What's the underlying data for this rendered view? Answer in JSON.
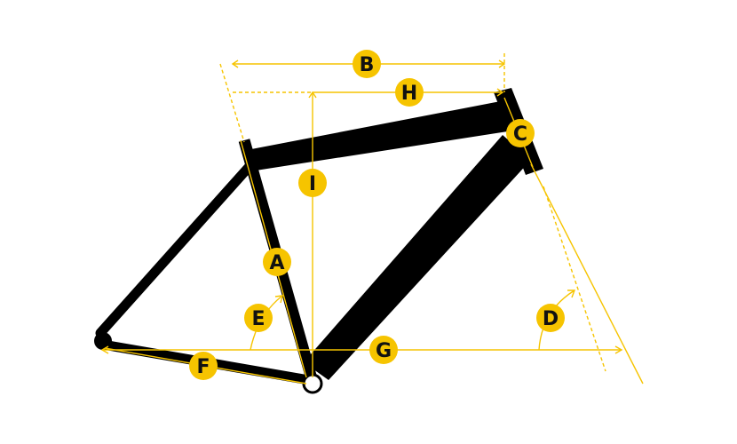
{
  "colors": {
    "frame": "#000000",
    "accent": "#f6c400",
    "marker_fill": "#f6c400",
    "marker_text": "#111111",
    "background": "#ffffff"
  },
  "labels": {
    "A": "A",
    "B": "B",
    "C": "C",
    "D": "D",
    "E": "E",
    "F": "F",
    "G": "G",
    "H": "H",
    "I": "I"
  }
}
